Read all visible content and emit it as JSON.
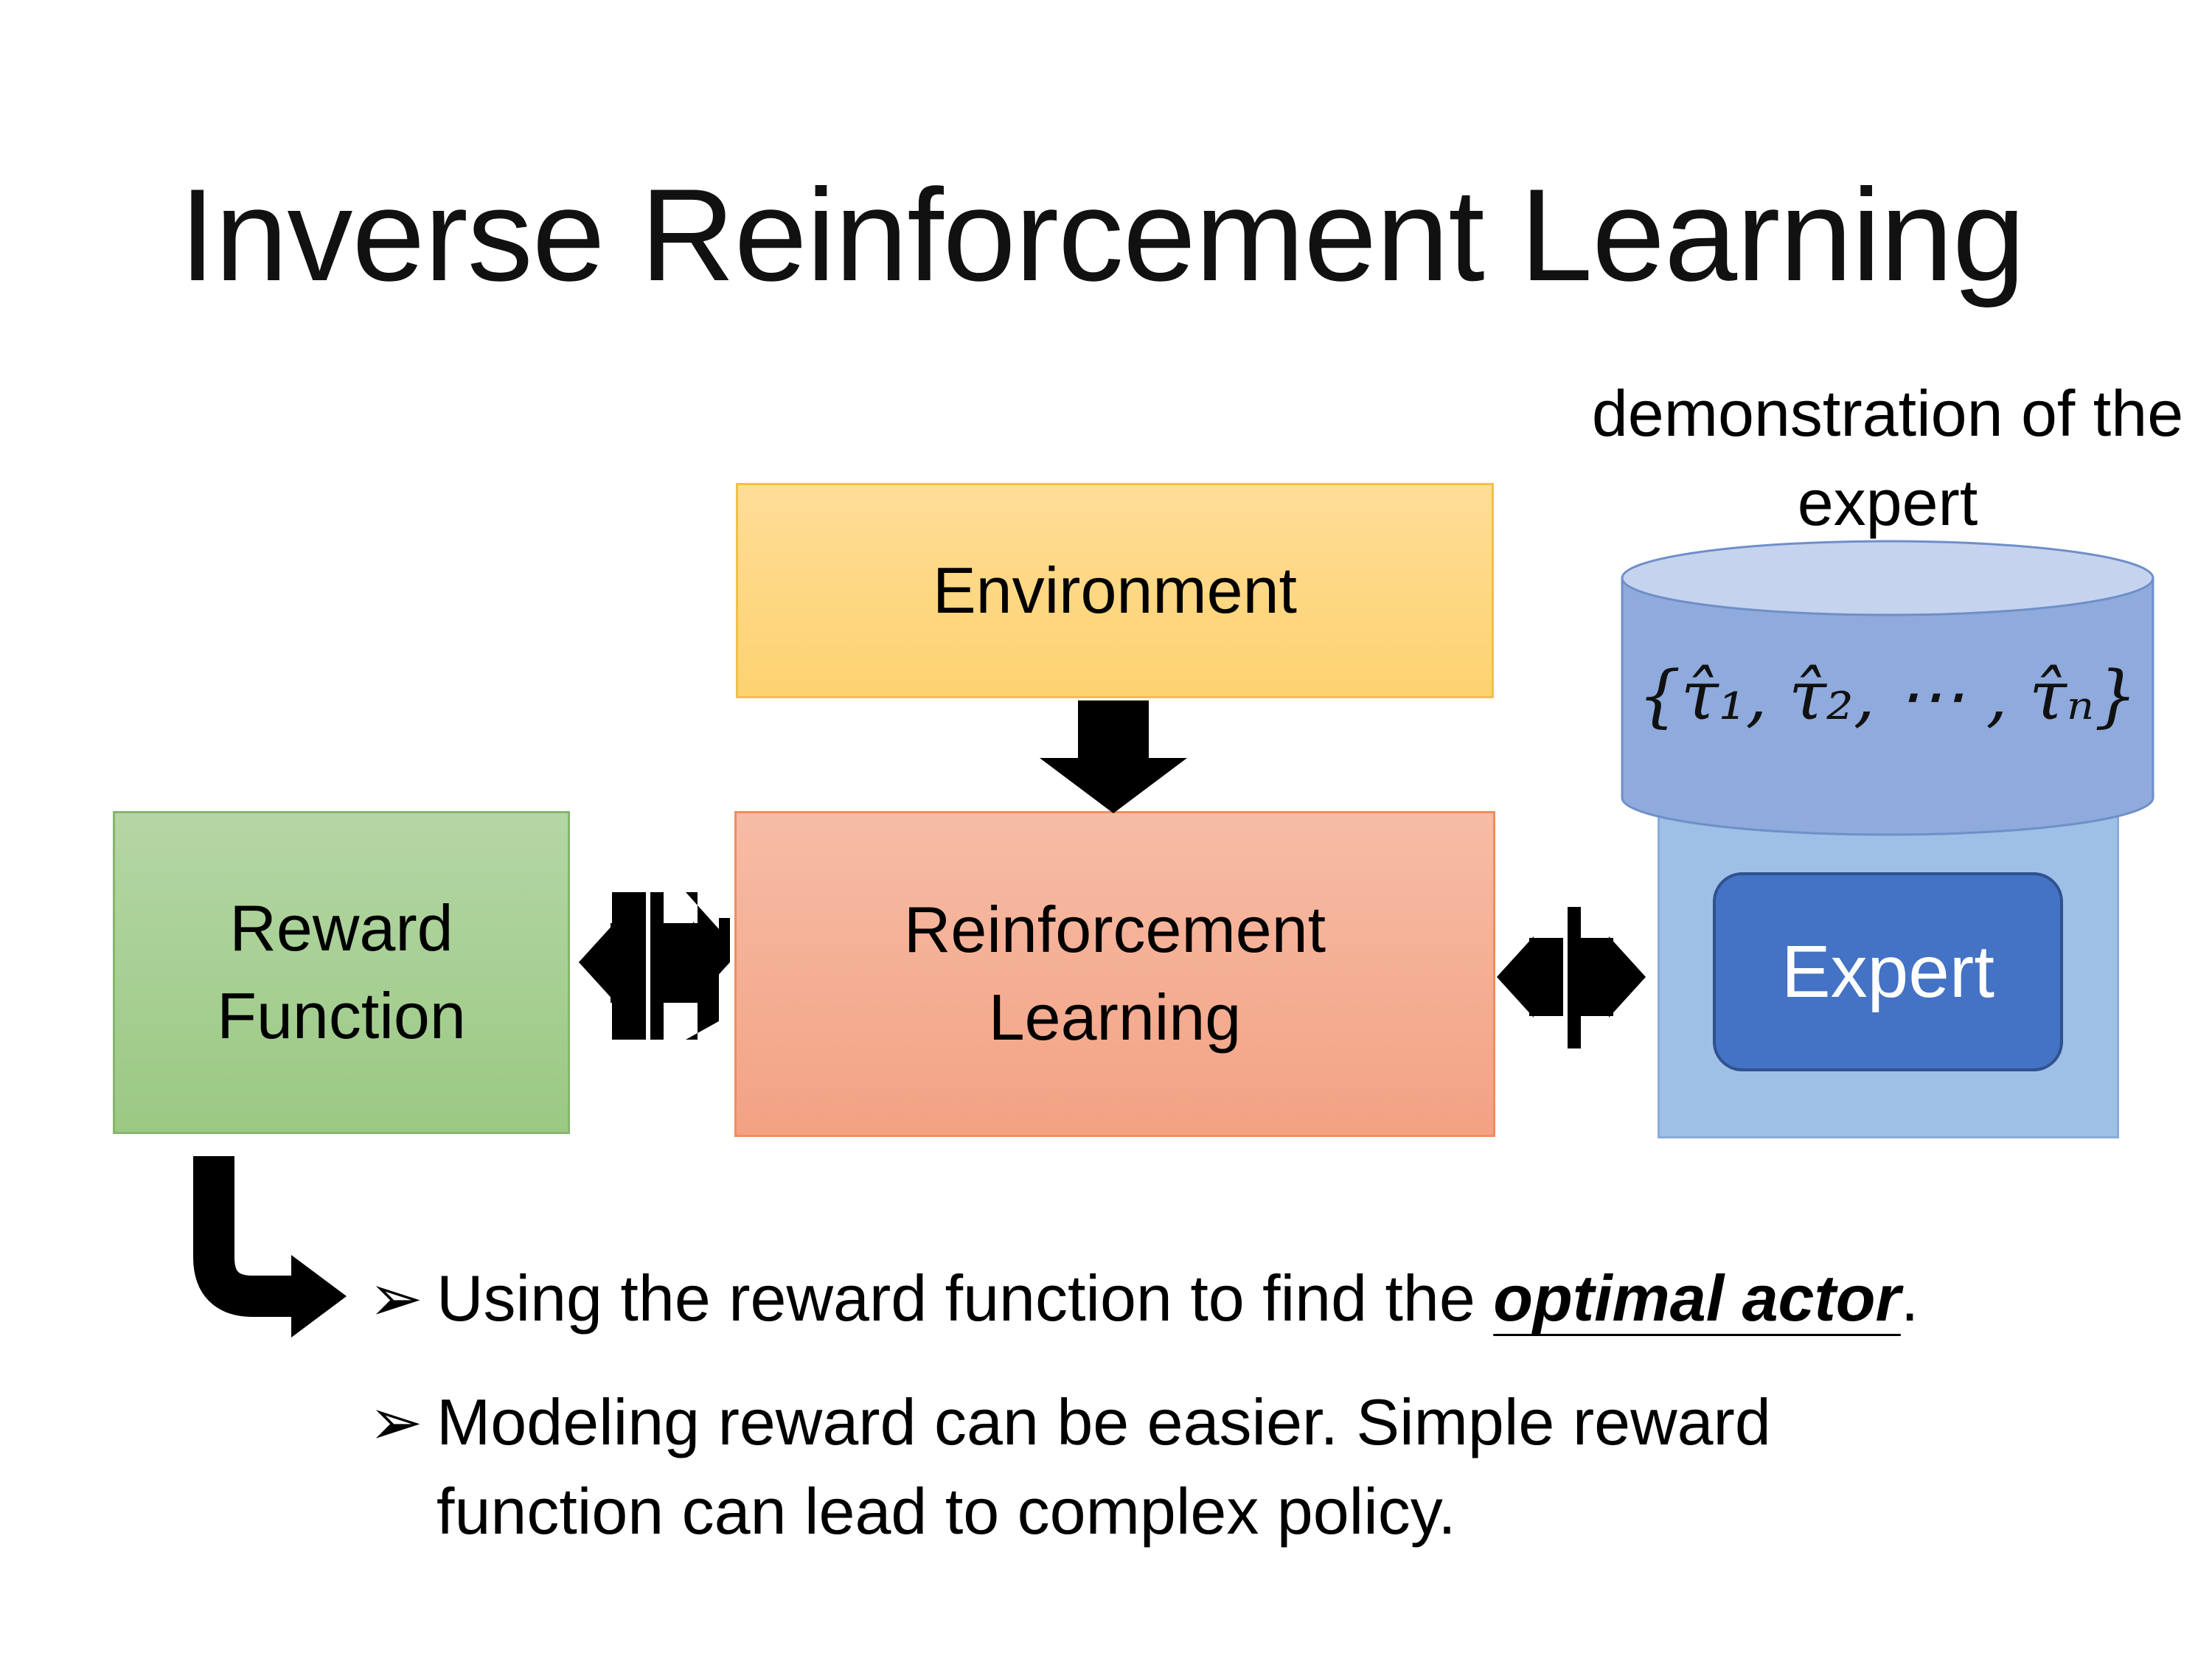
{
  "slide": {
    "title": "Inverse Reinforcement Learning"
  },
  "diagram": {
    "environment": "Environment",
    "reinforcement_learning": "Reinforcement Learning",
    "reward_function": "Reward Function",
    "expert": "Expert",
    "demonstration_label": "demonstration of the expert",
    "demonstration_set": "{τ̂₁, τ̂₂, ⋯ , τ̂ₙ}",
    "colors": {
      "environment": "#fdd270",
      "reinforcement_learning": "#f3a283",
      "reward_function": "#9bc983",
      "expert_back": "#9ec0e6",
      "expert": "#4472c4",
      "cylinder": "#8faadc"
    }
  },
  "bullets": [
    {
      "marker": "➢",
      "text_before": "Using the reward function to find the ",
      "emphasis": "optimal actor",
      "text_after": "."
    },
    {
      "marker": "➢",
      "line1": "Modeling reward can be easier. Simple reward",
      "line2": "function can lead to complex policy."
    }
  ]
}
